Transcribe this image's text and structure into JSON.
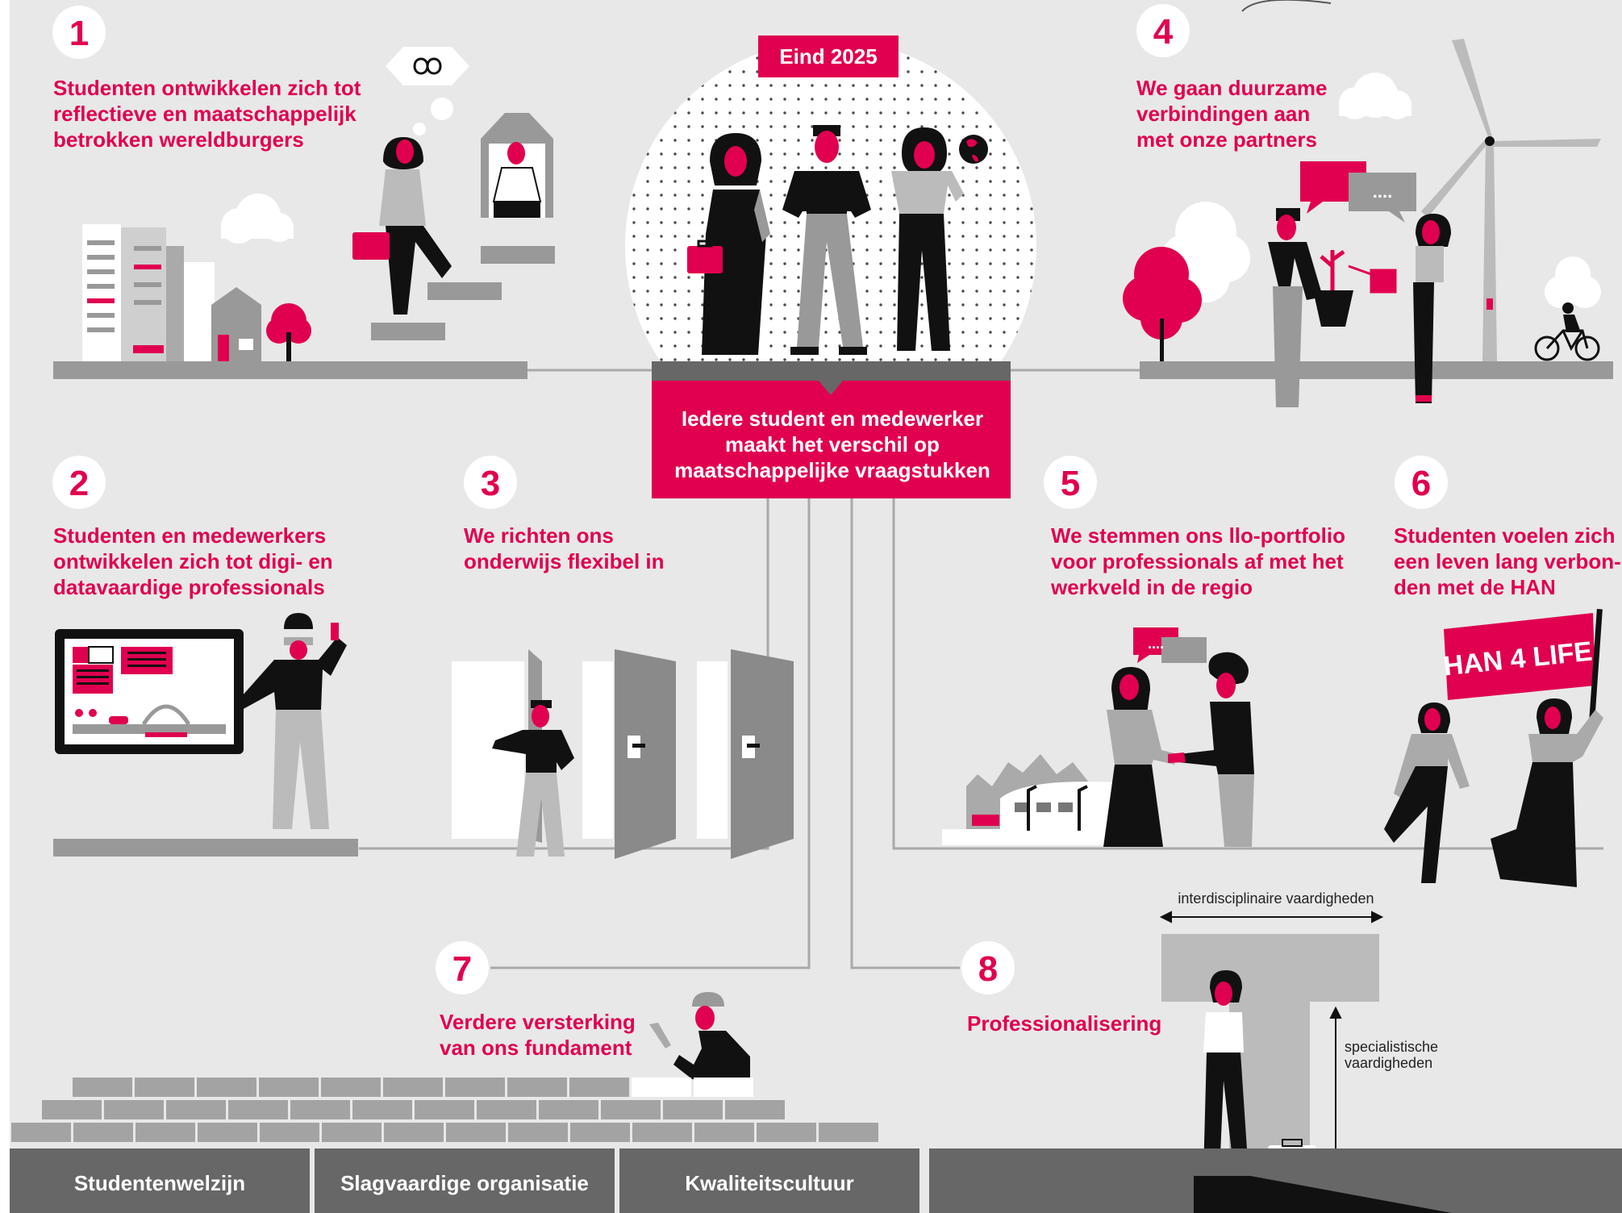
{
  "colors": {
    "accent": "#e0004f",
    "background": "#e8e8e8",
    "dark": "#111111",
    "mid_gray": "#8a8a8a",
    "light_gray": "#c8c8c8",
    "base_gray": "#676767"
  },
  "center": {
    "year_badge": "Eind 2025",
    "mission": [
      "Iedere student en medewerker",
      "maakt het verschil op",
      "maatschappelijke vraagstukken"
    ]
  },
  "goals": [
    {
      "number": "1",
      "lines": [
        "Studenten ontwikkelen zich tot",
        "reflectieve en maatschappelijk",
        "betrokken wereldburgers"
      ]
    },
    {
      "number": "2",
      "lines": [
        "Studenten en medewerkers",
        "ontwikkelen zich tot digi- en",
        "datavaardige professionals"
      ]
    },
    {
      "number": "3",
      "lines": [
        "We richten ons",
        "onderwijs flexibel in"
      ]
    },
    {
      "number": "4",
      "lines": [
        "We gaan duurzame",
        "verbindingen aan",
        "met onze partners"
      ]
    },
    {
      "number": "5",
      "lines": [
        "We stemmen ons llo-portfolio",
        "voor professionals af met het",
        "werkveld in de regio"
      ]
    },
    {
      "number": "6",
      "lines": [
        "Studenten voelen zich",
        "een leven lang verbon-",
        "den met de HAN"
      ]
    },
    {
      "number": "7",
      "lines": [
        "Verdere versterking",
        "van ons fundament"
      ]
    },
    {
      "number": "8",
      "lines": [
        "Professionalisering"
      ]
    }
  ],
  "flag_text": "HAN 4 LIFE",
  "speech_dots": "....",
  "t_shape": {
    "top_label": "interdisciplinaire vaardigheden",
    "side_label": [
      "specialistische",
      "vaardigheden"
    ]
  },
  "foundation": [
    "Studentenwelzijn",
    "Slagvaardige organisatie",
    "Kwaliteitscultuur"
  ],
  "icons": [
    "infinity-icon",
    "cloud-icon",
    "globe-icon",
    "wind-turbine-icon",
    "bicycle-icon",
    "plant-icon",
    "watering-can-icon",
    "briefcase-icon",
    "graduation-cap-icon",
    "vr-headset-icon",
    "door-icon",
    "flag-icon",
    "trowel-icon",
    "speech-bubble-icon"
  ]
}
